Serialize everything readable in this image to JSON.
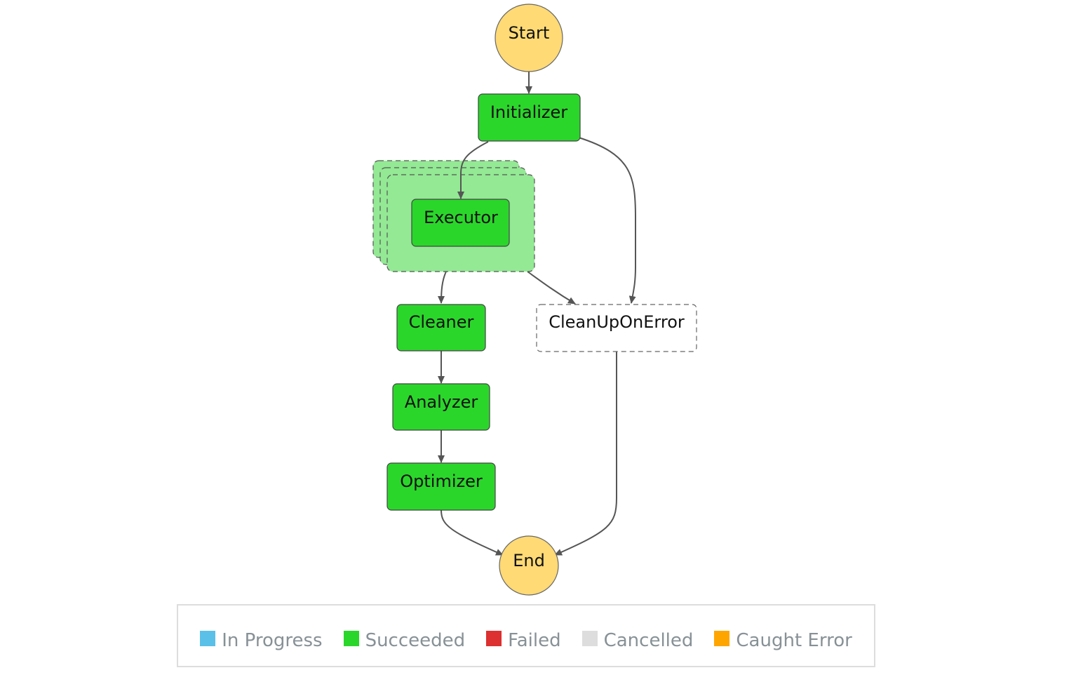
{
  "nodes": {
    "start": "Start",
    "initializer": "Initializer",
    "executor": "Executor",
    "cleaner": "Cleaner",
    "analyzer": "Analyzer",
    "optimizer": "Optimizer",
    "cleanup": "CleanUpOnError",
    "end": "End"
  },
  "legend": [
    {
      "label": "In Progress",
      "color": "#5bc0e8"
    },
    {
      "label": "Succeeded",
      "color": "#2bd62b"
    },
    {
      "label": "Failed",
      "color": "#dd3030"
    },
    {
      "label": "Cancelled",
      "color": "#dddddd"
    },
    {
      "label": "Caught Error",
      "color": "#ffa500"
    }
  ],
  "colors": {
    "succeeded": "#2bd62b",
    "map_background": "#93e994",
    "start_end": "#ffda75",
    "not_run": "#ffffff",
    "edge": "#555555"
  }
}
